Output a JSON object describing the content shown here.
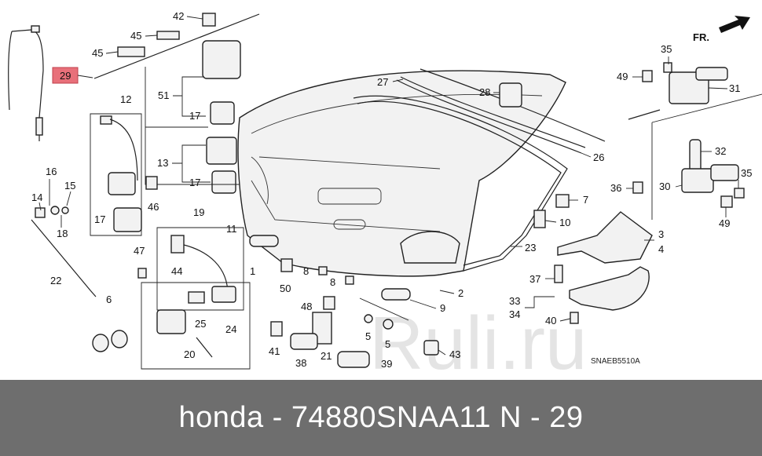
{
  "diagram": {
    "code": "SNAEB5510A",
    "direction_label": "FR.",
    "watermark": "Ruli.ru",
    "highlighted_callout": "29",
    "callouts": {
      "n1": "1",
      "n2": "2",
      "n3": "3",
      "n4": "4",
      "n5a": "5",
      "n5b": "5",
      "n6": "6",
      "n7": "7",
      "n8a": "8",
      "n8b": "8",
      "n9": "9",
      "n10": "10",
      "n11": "11",
      "n12": "12",
      "n13": "13",
      "n14": "14",
      "n15": "15",
      "n16": "16",
      "n17a": "17",
      "n17b": "17",
      "n17c": "17",
      "n18": "18",
      "n19": "19",
      "n20": "20",
      "n21": "21",
      "n22": "22",
      "n23": "23",
      "n24": "24",
      "n25": "25",
      "n26": "26",
      "n27": "27",
      "n28": "28",
      "n29": "29",
      "n30": "30",
      "n31": "31",
      "n32": "32",
      "n33": "33",
      "n34": "34",
      "n35a": "35",
      "n35b": "35",
      "n36": "36",
      "n37": "37",
      "n38": "38",
      "n39": "39",
      "n40": "40",
      "n41": "41",
      "n42": "42",
      "n43": "43",
      "n44": "44",
      "n45a": "45",
      "n45b": "45",
      "n46": "46",
      "n47": "47",
      "n48": "48",
      "n49a": "49",
      "n49b": "49",
      "n50": "50",
      "n51": "51"
    }
  },
  "footer": {
    "title": "honda - 74880SNAA11      N - 29"
  },
  "colors": {
    "footer_bg": "#6e6e6e",
    "highlight": "#e8707a",
    "watermark": "#cfcfcf"
  }
}
